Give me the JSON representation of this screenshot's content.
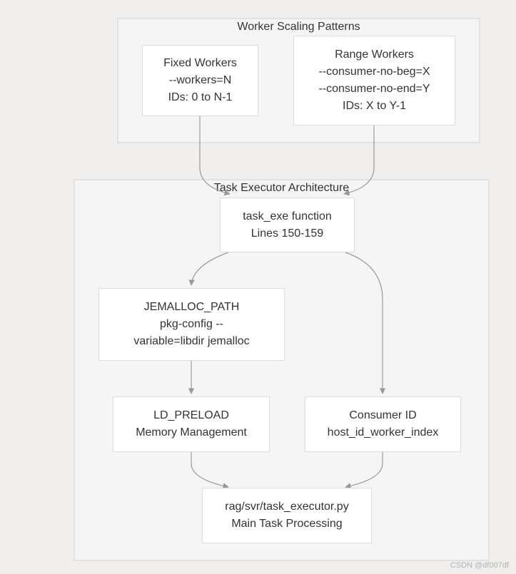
{
  "clusters": {
    "scaling": {
      "title": "Worker Scaling Patterns"
    },
    "executor": {
      "title": "Task Executor Architecture"
    }
  },
  "nodes": {
    "fixed_workers": {
      "lines": [
        "Fixed Workers",
        "--workers=N",
        "IDs: 0 to N-1"
      ]
    },
    "range_workers": {
      "lines": [
        "Range Workers",
        "--consumer-no-beg=X",
        "--consumer-no-end=Y",
        "IDs: X to Y-1"
      ]
    },
    "task_exe": {
      "lines": [
        "task_exe function",
        "Lines 150-159"
      ]
    },
    "jemalloc": {
      "lines": [
        "JEMALLOC_PATH",
        "pkg-config --",
        "variable=libdir jemalloc"
      ]
    },
    "ld_preload": {
      "lines": [
        "LD_PRELOAD",
        "Memory Management"
      ]
    },
    "consumer_id": {
      "lines": [
        "Consumer ID",
        "host_id_worker_index"
      ]
    },
    "task_executor_py": {
      "lines": [
        "rag/svr/task_executor.py",
        "Main Task Processing"
      ]
    }
  },
  "watermark": "CSDN @df007df",
  "colors": {
    "background": "#f0efee",
    "cluster_fill": "#f5f5f5",
    "cluster_border": "#e2e2e2",
    "node_fill": "#ffffff",
    "node_border": "#dddddd",
    "edge": "#999999",
    "text": "#333333"
  }
}
